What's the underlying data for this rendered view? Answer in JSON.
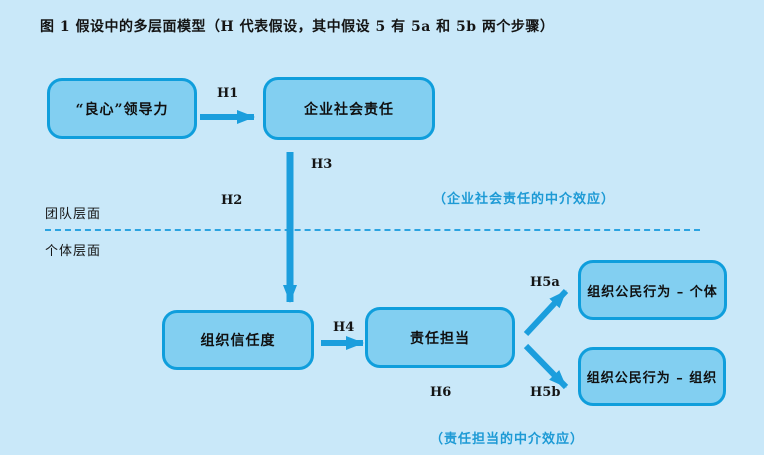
{
  "figure": {
    "title": "图 1 假设中的多层面模型（H 代表假设，其中假设 5 有 5a 和 5b 两个步骤）"
  },
  "nodes": {
    "conscience_leadership": {
      "label": "“良心”领导力"
    },
    "csr": {
      "label": "企业社会责任"
    },
    "org_trust": {
      "label": "组织信任度"
    },
    "responsibility": {
      "label": "责任担当"
    },
    "ocb_individual": {
      "label": "组织公民行为 – 个体"
    },
    "ocb_org": {
      "label": "组织公民行为 – 组织"
    }
  },
  "hypothesis_labels": {
    "h1": "H1",
    "h2": "H2",
    "h3": "H3",
    "h4": "H4",
    "h5a": "H5a",
    "h5b": "H5b",
    "h6": "H6"
  },
  "levels": {
    "team": "团队层面",
    "individual": "个体层面"
  },
  "annotations": {
    "csr_mediation": "（企业社会责任的中介效应）",
    "responsibility_mediation": "（责任担当的中介效应）"
  },
  "colors": {
    "background": "#c9e8f9",
    "box_fill": "#82cff1",
    "box_border": "#0f9edc",
    "arrow": "#1b9edd",
    "annotation_text": "#1d9ad5",
    "dashed_line": "#2aa3e1",
    "text": "#141414"
  }
}
